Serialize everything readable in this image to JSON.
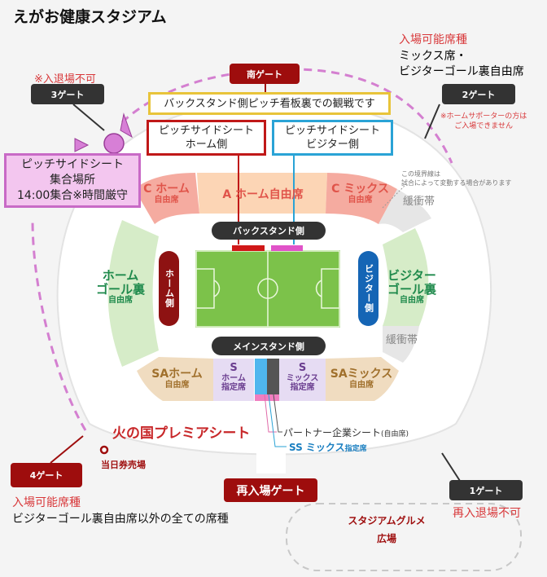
{
  "title": "えがお健康スタジアム",
  "gates": {
    "south": "南ゲート",
    "gate3": "3ゲート",
    "gate2": "2ゲート",
    "gate4": "4ゲート",
    "gate1": "1ゲート",
    "reentry": "再入場ゲート"
  },
  "notes": {
    "gate3_note": "※入退場不可",
    "gate2_heading": "入場可能席種",
    "gate2_line1": "ミックス席・",
    "gate2_line2": "ビジターゴール裏自由席",
    "gate2_warning1": "※ホームサポーターの方は",
    "gate2_warning2": "ご入場できません",
    "boundary1": "この境界線は",
    "boundary2": "試合によって変動する場合があります",
    "gate4_heading": "入場可能席種",
    "gate4_line": "ビジターゴール裏自由席以外の全ての席種",
    "gate1_note": "再入退場不可",
    "ticket_booth": "当日券売場",
    "gourmet1": "スタジアムグルメ",
    "gourmet2": "広場"
  },
  "callouts": {
    "yellow": "バックスタンド側ピッチ看板裏での観戦です",
    "home_line1": "ピッチサイドシート",
    "home_line2": "ホーム側",
    "visitor_line1": "ピッチサイドシート",
    "visitor_line2": "ビジター側",
    "meeting_line1": "ピッチサイドシート",
    "meeting_line2": "集合場所",
    "meeting_line3": "14:00集合※時間厳守"
  },
  "sections": {
    "c_home": "C ホーム",
    "c_home_sub": "自由席",
    "a_home": "A ホーム自由席",
    "c_mix": "C ミックス",
    "c_mix_sub": "自由席",
    "buffer_top": "緩衝帯",
    "buffer_right": "緩衝帯",
    "home_goal1": "ホーム",
    "home_goal2": "ゴール裏",
    "home_goal_sub": "自由席",
    "visitor_goal1": "ビジター",
    "visitor_goal2": "ゴール裏",
    "visitor_goal_sub": "自由席",
    "sa_home": "SAホーム",
    "sa_home_sub": "自由席",
    "s_home": "S",
    "s_home_2": "ホーム",
    "s_home_3": "指定席",
    "s_mix": "S",
    "s_mix_2": "ミックス",
    "s_mix_3": "指定席",
    "sa_mix": "SAミックス",
    "sa_mix_sub": "自由席",
    "premier": "火の国プレミアシート",
    "partner": "パートナー企業シート",
    "partner_sub": "(自由席)",
    "ss_mix": "SS ミックス",
    "ss_mix_sub": "指定席"
  },
  "pills": {
    "back": "バックスタンド側",
    "main": "メインスタンド側",
    "home_side": "ホーム側",
    "visitor_side": "ビジター側"
  },
  "colors": {
    "accent_red": "#9e0d0d",
    "note_red": "#d8383a",
    "pitch": "#7cc24a",
    "home_goal_text": "#1f8a4c",
    "visitor_pill": "#1565b5",
    "meeting_pink": "#d77fd6"
  }
}
